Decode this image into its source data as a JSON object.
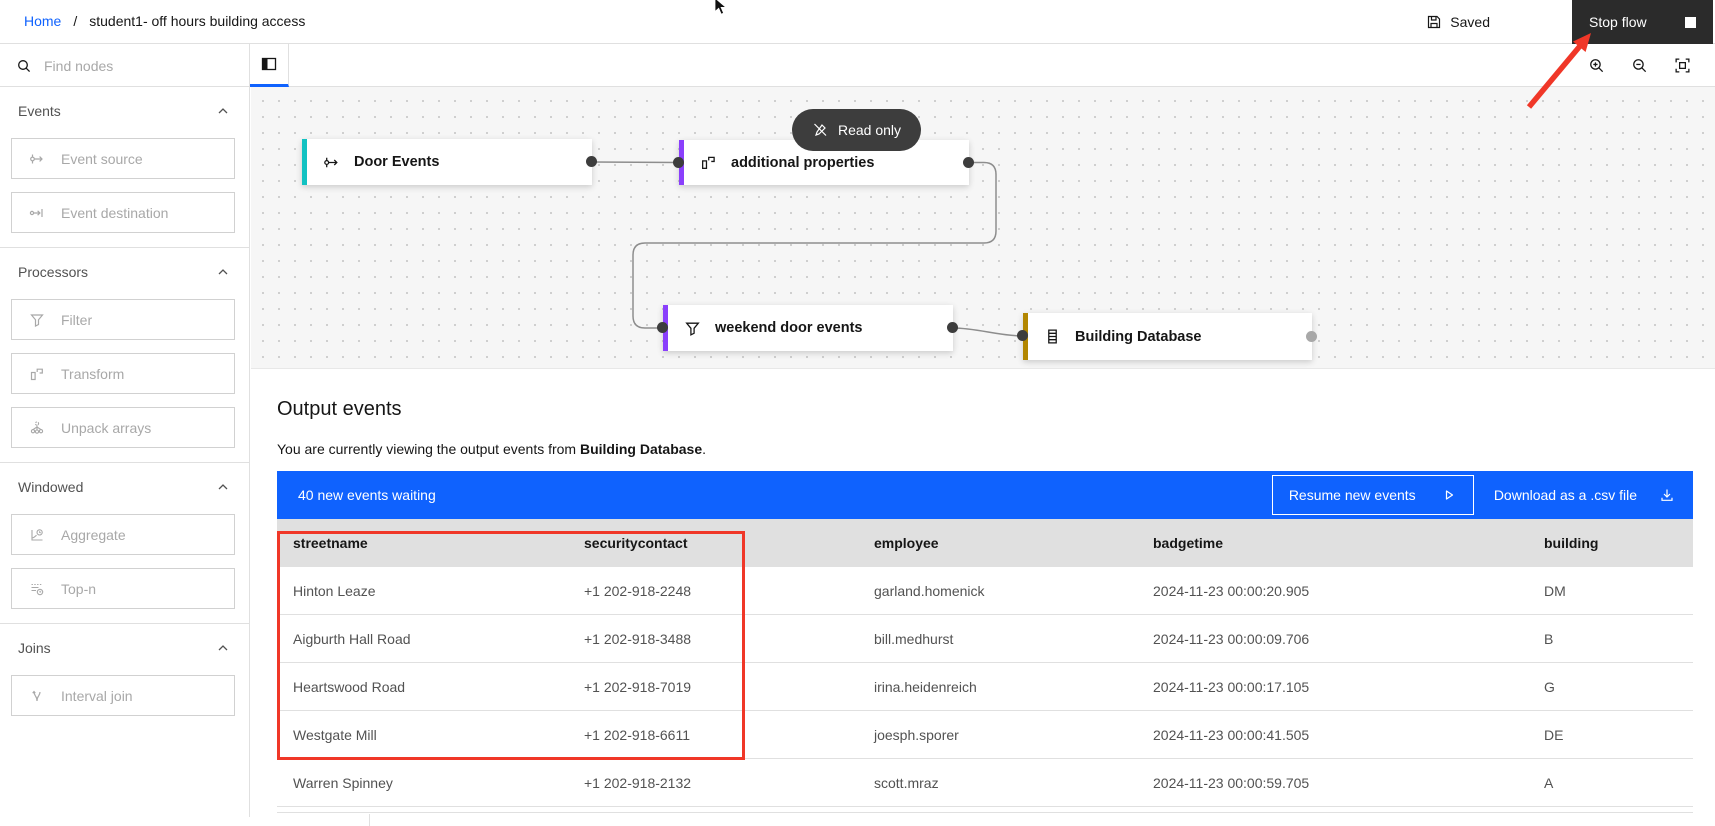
{
  "header": {
    "breadcrumb": {
      "home": "Home",
      "separator": "/",
      "current": "student1- off hours building access"
    },
    "saved_label": "Saved",
    "stop_flow_label": "Stop flow"
  },
  "toolbar": {
    "find_nodes_placeholder": "Find nodes"
  },
  "sidebar": {
    "sections": [
      {
        "label": "Events",
        "items": [
          {
            "label": "Event source"
          },
          {
            "label": "Event destination"
          }
        ]
      },
      {
        "label": "Processors",
        "items": [
          {
            "label": "Filter"
          },
          {
            "label": "Transform"
          },
          {
            "label": "Unpack arrays"
          }
        ]
      },
      {
        "label": "Windowed",
        "items": [
          {
            "label": "Aggregate"
          },
          {
            "label": "Top-n"
          }
        ]
      },
      {
        "label": "Joins",
        "items": [
          {
            "label": "Interval join"
          }
        ]
      }
    ]
  },
  "canvas": {
    "read_only_label": "Read only",
    "nodes": [
      {
        "label": "Door Events",
        "type": "event-source",
        "accent": "#12c2c2"
      },
      {
        "label": "additional properties",
        "type": "transform",
        "accent": "#8a3ffc"
      },
      {
        "label": "weekend door events",
        "type": "filter",
        "accent": "#8a3ffc"
      },
      {
        "label": "Building Database",
        "type": "database",
        "accent": "#b28600"
      }
    ]
  },
  "output": {
    "title": "Output events",
    "subtitle_prefix": "You are currently viewing the output events from ",
    "subtitle_bold": "Building Database",
    "subtitle_suffix": ".",
    "banner": {
      "status": "40 new events waiting",
      "resume_label": "Resume new events",
      "download_label": "Download as a .csv file"
    },
    "table": {
      "columns": [
        "streetname",
        "securitycontact",
        "employee",
        "badgetime",
        "building"
      ],
      "rows": [
        [
          "Hinton Leaze",
          "+1 202-918-2248",
          "garland.homenick",
          "2024-11-23 00:00:20.905",
          "DM"
        ],
        [
          "Aigburth Hall Road",
          "+1 202-918-3488",
          "bill.medhurst",
          "2024-11-23 00:00:09.706",
          "B"
        ],
        [
          "Heartswood Road",
          "+1 202-918-7019",
          "irina.heidenreich",
          "2024-11-23 00:00:17.105",
          "G"
        ],
        [
          "Westgate Mill",
          "+1 202-918-6611",
          "joesph.sporer",
          "2024-11-23 00:00:41.505",
          "DE"
        ],
        [
          "Warren Spinney",
          "+1 202-918-2132",
          "scott.mraz",
          "2024-11-23 00:00:59.705",
          "A"
        ]
      ]
    }
  },
  "colors": {
    "accent_blue": "#0f62fe",
    "annotation_red": "#f03728",
    "node_teal": "#12c2c2",
    "node_purple": "#8a3ffc",
    "node_gold": "#b28600",
    "dark_button": "#2b2b2b",
    "banner_blue": "#0f62fe",
    "table_header_bg": "#e0e0e0"
  }
}
